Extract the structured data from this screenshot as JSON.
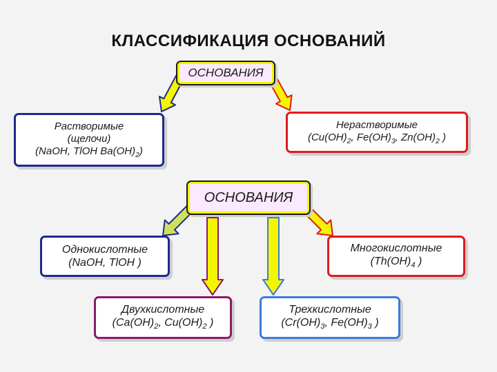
{
  "title": "КЛАССИФИКАЦИЯ ОСНОВАНИЙ",
  "top": {
    "root": "ОСНОВАНИЯ",
    "soluble": [
      "Растворимые",
      "(щелочи)",
      "(NaOH, TlOH Ba(OH)2)"
    ],
    "insoluble": [
      "Нерастворимые",
      "(Cu(OH)2, Fe(OH)3, Zn(OH)2 )"
    ]
  },
  "bottom": {
    "root": "ОСНОВАНИЯ",
    "mono": [
      "Однокислотные",
      "(NaOH, TlOH )"
    ],
    "di": [
      "Двухкислотные",
      "(Ca(OH)2, Cu(OH)2 )"
    ],
    "tri": [
      "Трехкислотные",
      "(Cr(OH)3, Fe(OH)3 )"
    ],
    "poly": [
      "Многокислотные",
      "(Th(OH)4 )"
    ]
  },
  "colors": {
    "yellow": "#f5f500",
    "blue": "#1c2a8c",
    "red": "#e01a1a",
    "purple": "#8a1a6a",
    "lightblue": "#3a7ae0",
    "lime": "#cfe05a"
  }
}
